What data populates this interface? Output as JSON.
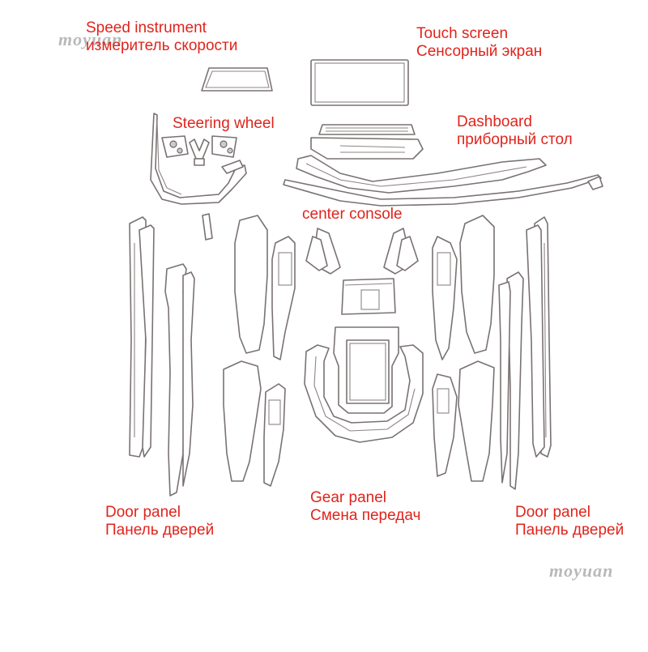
{
  "labels": {
    "speed_en": "Speed instrument",
    "speed_ru": "измеритель скорости",
    "touch_en": "Touch screen",
    "touch_ru": "Сенсорный экран",
    "steering_en": "Steering wheel",
    "dashboard_en": "Dashboard",
    "dashboard_ru": "приборный стол",
    "center_console_en": "center console",
    "door_left_en": "Door panel",
    "door_left_ru": "Панель дверей",
    "gear_en": "Gear panel",
    "gear_ru": "Смена передач",
    "door_right_en": "Door panel",
    "door_right_ru": "Панель дверей"
  },
  "watermarks": {
    "top": "moyuan",
    "bottom": "moyuan"
  },
  "colors": {
    "label": "#e0241c",
    "outline": "#7a7272",
    "watermark": "#b9b9b9"
  }
}
